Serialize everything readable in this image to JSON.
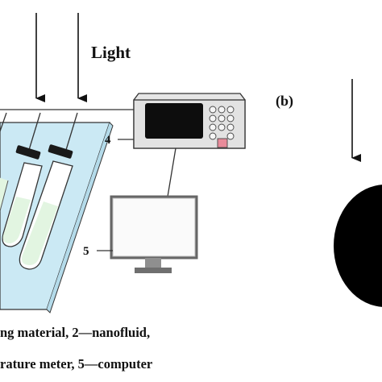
{
  "figure": {
    "light_label": "Light",
    "panel_b_label": "(b)",
    "callout_4": "4",
    "callout_5": "5",
    "caption_line1": "ng material, 2—nanofluid,",
    "caption_line2": "rature meter, 5—computer"
  },
  "colors": {
    "liquid": "#e2f5e1",
    "water_bath": "#cbe9f4",
    "screen": "#0d0d0d",
    "keypad_accent": "#e88b9a",
    "monitor_frame": "#eeeeee",
    "black_disc": "#000000"
  }
}
